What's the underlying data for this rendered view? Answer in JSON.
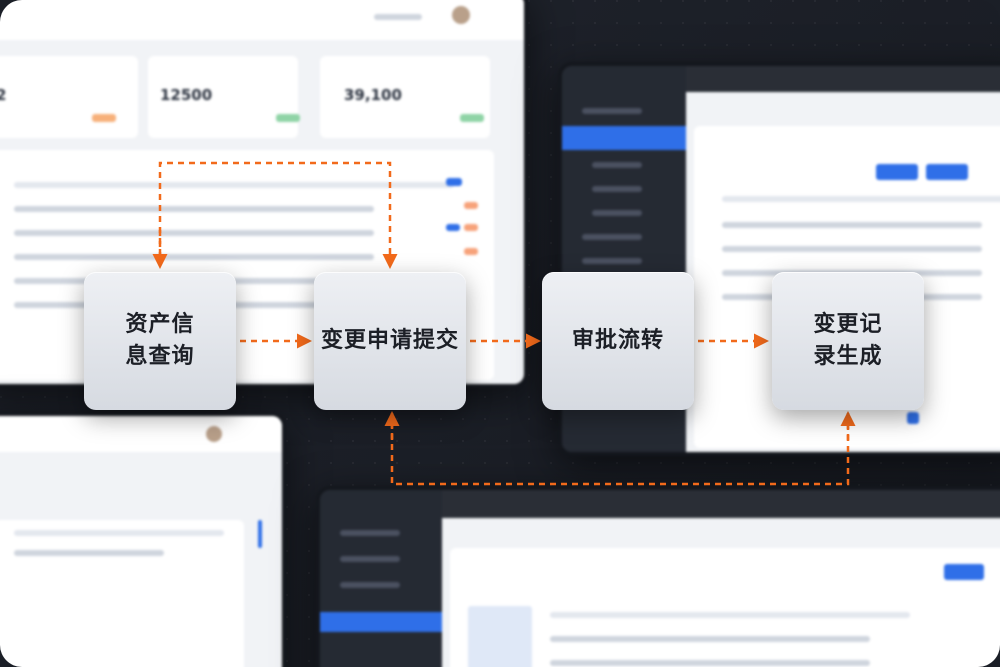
{
  "flow": {
    "steps": [
      {
        "id": "query",
        "line1": "资产信",
        "line2": "息查询"
      },
      {
        "id": "submit",
        "line1": "变更申请提交",
        "line2": ""
      },
      {
        "id": "approve",
        "line1": "审批流转",
        "line2": ""
      },
      {
        "id": "record",
        "line1": "变更记",
        "line2": "录生成"
      }
    ],
    "connector_color": "#f26a1b"
  },
  "background_dashboard": {
    "stats": [
      "2",
      "12500",
      "39,100"
    ]
  },
  "theme": {
    "background": "#1b1f27",
    "card": "#e4e7ec",
    "accent_blue": "#2f6fe8",
    "accent_orange": "#f26a1b"
  }
}
